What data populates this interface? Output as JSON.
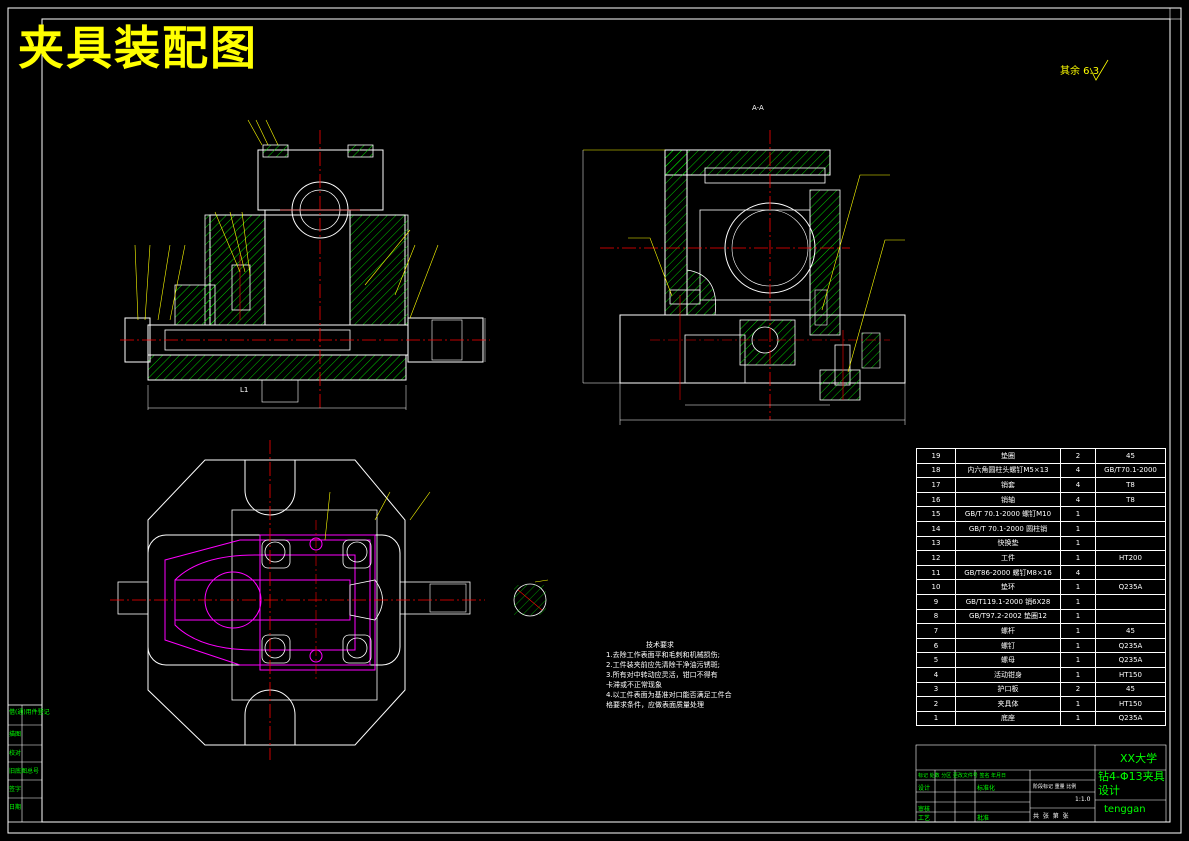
{
  "title": "夹具装配图",
  "roughness_note": "其余 6.3",
  "section_label": "A-A",
  "length_label": "L1",
  "tech_req": {
    "heading": "技术要求",
    "items": [
      "1.去除工作表面平和毛刺和机械损伤;",
      "2.工件装夹前应先清除干净油污锈斑;",
      "3.所有对中转动应灵活，钳口不得有",
      "  卡滞或不正常现象",
      "4.以工件表面为基准对口能否满足工件合",
      "  格要求条件，应做表面质量处理"
    ]
  },
  "bom": [
    {
      "no": "19",
      "name": "垫圈",
      "qty": "2",
      "material": "45"
    },
    {
      "no": "18",
      "name": "内六角圆柱头螺钉M5×13",
      "qty": "4",
      "material": "GB/T70.1-2000"
    },
    {
      "no": "17",
      "name": "销套",
      "qty": "4",
      "material": "T8"
    },
    {
      "no": "16",
      "name": "销轴",
      "qty": "4",
      "material": "T8"
    },
    {
      "no": "15",
      "name": "GB/T 70.1-2000 螺钉M10",
      "qty": "1",
      "material": ""
    },
    {
      "no": "14",
      "name": "GB/T 70.1-2000 圆柱销",
      "qty": "1",
      "material": ""
    },
    {
      "no": "13",
      "name": "快换垫",
      "qty": "1",
      "material": ""
    },
    {
      "no": "12",
      "name": "工件",
      "qty": "1",
      "material": "HT200"
    },
    {
      "no": "11",
      "name": "GB/T86-2000 螺钉M8×16",
      "qty": "4",
      "material": ""
    },
    {
      "no": "10",
      "name": "垫环",
      "qty": "1",
      "material": "Q235A"
    },
    {
      "no": "9",
      "name": "GB/T119.1-2000 销6X28",
      "qty": "1",
      "material": ""
    },
    {
      "no": "8",
      "name": "GB/T97.2-2002 垫圈12",
      "qty": "1",
      "material": ""
    },
    {
      "no": "7",
      "name": "螺杆",
      "qty": "1",
      "material": "45"
    },
    {
      "no": "6",
      "name": "螺钉",
      "qty": "1",
      "material": "Q235A"
    },
    {
      "no": "5",
      "name": "螺母",
      "qty": "1",
      "material": "Q235A"
    },
    {
      "no": "4",
      "name": "活动钳身",
      "qty": "1",
      "material": "HT150"
    },
    {
      "no": "3",
      "name": "护口板",
      "qty": "2",
      "material": "45"
    },
    {
      "no": "2",
      "name": "夹具体",
      "qty": "1",
      "material": "HT150"
    },
    {
      "no": "1",
      "name": "底座",
      "qty": "1",
      "material": "Q235A"
    }
  ],
  "title_block": {
    "university": "XX大学",
    "drawing_name": "钻4-Φ13夹具",
    "drawing_name_2": "设计",
    "author": "tenggan",
    "scale": "1:1.0",
    "left_labels": [
      "标记",
      "处数",
      "分区",
      "更改文件号",
      "签名",
      "年月日"
    ],
    "rows": [
      "设计",
      "审核",
      "工艺"
    ],
    "mid_labels": [
      "标准化",
      "批准"
    ],
    "stage_labels": [
      "阶段标记",
      "重量",
      "比例"
    ],
    "bottom_labels": [
      "共",
      "张",
      "第",
      "张"
    ]
  },
  "side_labels": [
    "借(通)用件登记",
    "描图",
    "校对",
    "旧底图总号",
    "签字",
    "日期"
  ],
  "colors": {
    "line": "#ffffff",
    "center": "#ff0000",
    "hatch": "#00ff00",
    "leader": "#ffff00",
    "workpiece": "#ff00ff",
    "title": "#ffff00",
    "table": "#00ff00"
  }
}
